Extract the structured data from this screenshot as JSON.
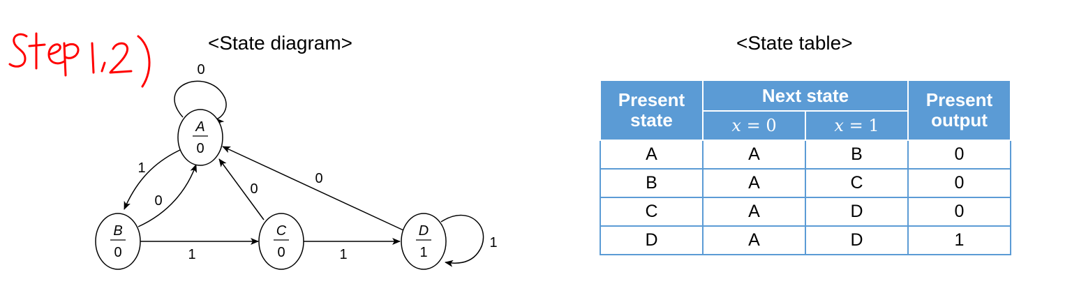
{
  "annotation": {
    "handwritten_text": "Step 1,2)"
  },
  "diagram": {
    "title": "<State diagram>",
    "states": [
      {
        "name": "A",
        "output": "0"
      },
      {
        "name": "B",
        "output": "0"
      },
      {
        "name": "C",
        "output": "0"
      },
      {
        "name": "D",
        "output": "1"
      }
    ],
    "transitions": [
      {
        "from": "A",
        "to": "A",
        "input": "0"
      },
      {
        "from": "A",
        "to": "B",
        "input": "1"
      },
      {
        "from": "B",
        "to": "A",
        "input": "0"
      },
      {
        "from": "C",
        "to": "A",
        "input": "0"
      },
      {
        "from": "D",
        "to": "A",
        "input": "0"
      },
      {
        "from": "B",
        "to": "C",
        "input": "1"
      },
      {
        "from": "C",
        "to": "D",
        "input": "1"
      },
      {
        "from": "D",
        "to": "D",
        "input": "1"
      }
    ]
  },
  "table": {
    "title": "<State table>",
    "headers": {
      "present_state": [
        "Present",
        "state"
      ],
      "next_state": "Next state",
      "x0": "= 0",
      "x1": "= 1",
      "x_var": "x",
      "present_output": [
        "Present",
        "output"
      ]
    },
    "rows": [
      [
        "A",
        "A",
        "B",
        "0"
      ],
      [
        "B",
        "A",
        "C",
        "0"
      ],
      [
        "C",
        "A",
        "D",
        "0"
      ],
      [
        "D",
        "A",
        "D",
        "1"
      ]
    ]
  }
}
